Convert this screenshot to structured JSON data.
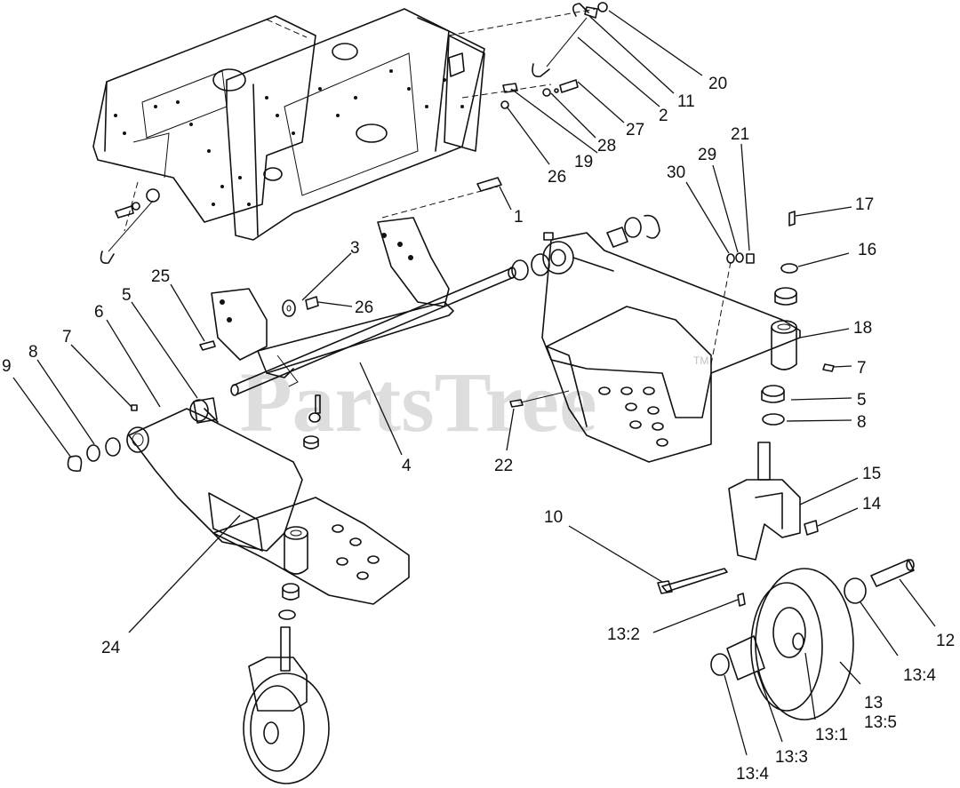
{
  "watermark": {
    "text": "PartsTree",
    "trademark": "TM"
  },
  "callouts": [
    {
      "id": "c-20",
      "label": "20"
    },
    {
      "id": "c-11",
      "label": "11"
    },
    {
      "id": "c-2",
      "label": "2"
    },
    {
      "id": "c-27",
      "label": "27"
    },
    {
      "id": "c-28",
      "label": "28"
    },
    {
      "id": "c-19",
      "label": "19"
    },
    {
      "id": "c-26a",
      "label": "26"
    },
    {
      "id": "c-1",
      "label": "1"
    },
    {
      "id": "c-30",
      "label": "30"
    },
    {
      "id": "c-29",
      "label": "29"
    },
    {
      "id": "c-21",
      "label": "21"
    },
    {
      "id": "c-17",
      "label": "17"
    },
    {
      "id": "c-16",
      "label": "16"
    },
    {
      "id": "c-18",
      "label": "18"
    },
    {
      "id": "c-7b",
      "label": "7"
    },
    {
      "id": "c-5b",
      "label": "5"
    },
    {
      "id": "c-8b",
      "label": "8"
    },
    {
      "id": "c-15",
      "label": "15"
    },
    {
      "id": "c-14",
      "label": "14"
    },
    {
      "id": "c-10",
      "label": "10"
    },
    {
      "id": "c-12",
      "label": "12"
    },
    {
      "id": "c-13-2",
      "label": "13:2"
    },
    {
      "id": "c-13-4b",
      "label": "13:4"
    },
    {
      "id": "c-13",
      "label": "13"
    },
    {
      "id": "c-13-5",
      "label": "13:5"
    },
    {
      "id": "c-13-1",
      "label": "13:1"
    },
    {
      "id": "c-13-3",
      "label": "13:3"
    },
    {
      "id": "c-13-4a",
      "label": "13:4"
    },
    {
      "id": "c-22",
      "label": "22"
    },
    {
      "id": "c-4",
      "label": "4"
    },
    {
      "id": "c-3",
      "label": "3"
    },
    {
      "id": "c-26b",
      "label": "26"
    },
    {
      "id": "c-25",
      "label": "25"
    },
    {
      "id": "c-5a",
      "label": "5"
    },
    {
      "id": "c-6",
      "label": "6"
    },
    {
      "id": "c-7a",
      "label": "7"
    },
    {
      "id": "c-8a",
      "label": "8"
    },
    {
      "id": "c-9",
      "label": "9"
    },
    {
      "id": "c-24",
      "label": "24"
    }
  ]
}
